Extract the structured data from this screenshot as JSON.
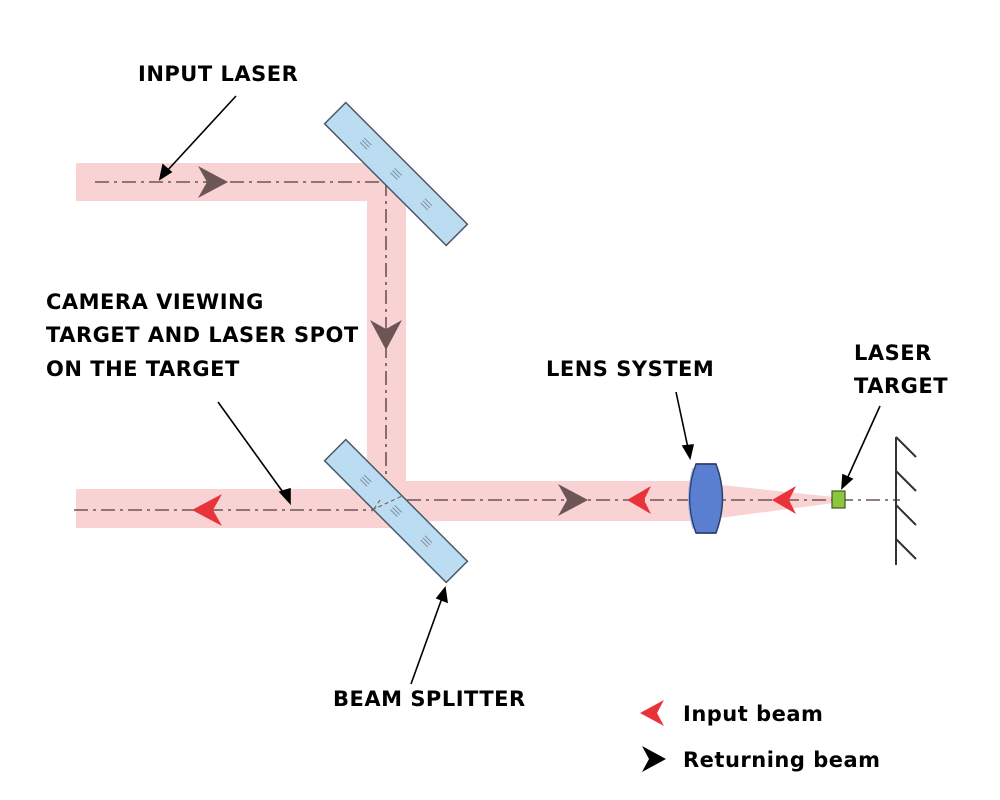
{
  "labels": {
    "input_laser": "INPUT LASER",
    "camera_line1": "CAMERA VIEWING",
    "camera_line2": "TARGET AND LASER SPOT",
    "camera_line3": "ON THE TARGET",
    "lens_system": "LENS SYSTEM",
    "laser_target_line1": "LASER",
    "laser_target_line2": "TARGET",
    "beam_splitter": "BEAM SPLITTER"
  },
  "legend": {
    "input_beam": "Input beam",
    "returning_beam": "Returning beam"
  },
  "colors": {
    "beam": "#f9d3d3",
    "input_arrow": "#e8333a",
    "returning_arrow": "#6e5555",
    "mirror": "#bcdcf2",
    "lens": "#5b7fd0",
    "target": "#8cc63f"
  }
}
